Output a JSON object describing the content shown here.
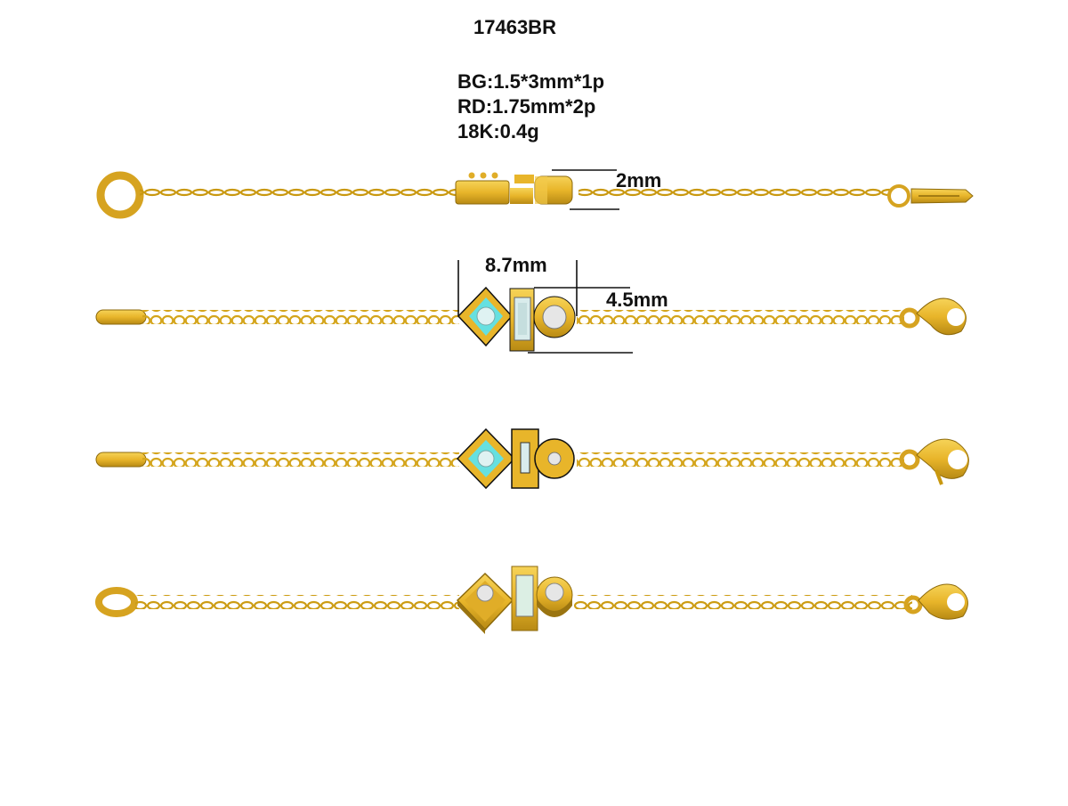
{
  "model_code": "17463BR",
  "specs": [
    "BG:1.5*3mm*1p",
    "RD:1.75mm*2p",
    "18K:0.4g"
  ],
  "dimensions": {
    "thickness": "2mm",
    "length": "8.7mm",
    "width": "4.5mm"
  },
  "colors": {
    "gold": "#e8b52a",
    "gold_dark": "#9a7410",
    "gold_light": "#f6d358",
    "stone": "#d9ecec",
    "enamel": "#66e0e0",
    "line": "#111111"
  },
  "views": [
    "side-view",
    "front-view",
    "flat-view",
    "perspective-view"
  ]
}
